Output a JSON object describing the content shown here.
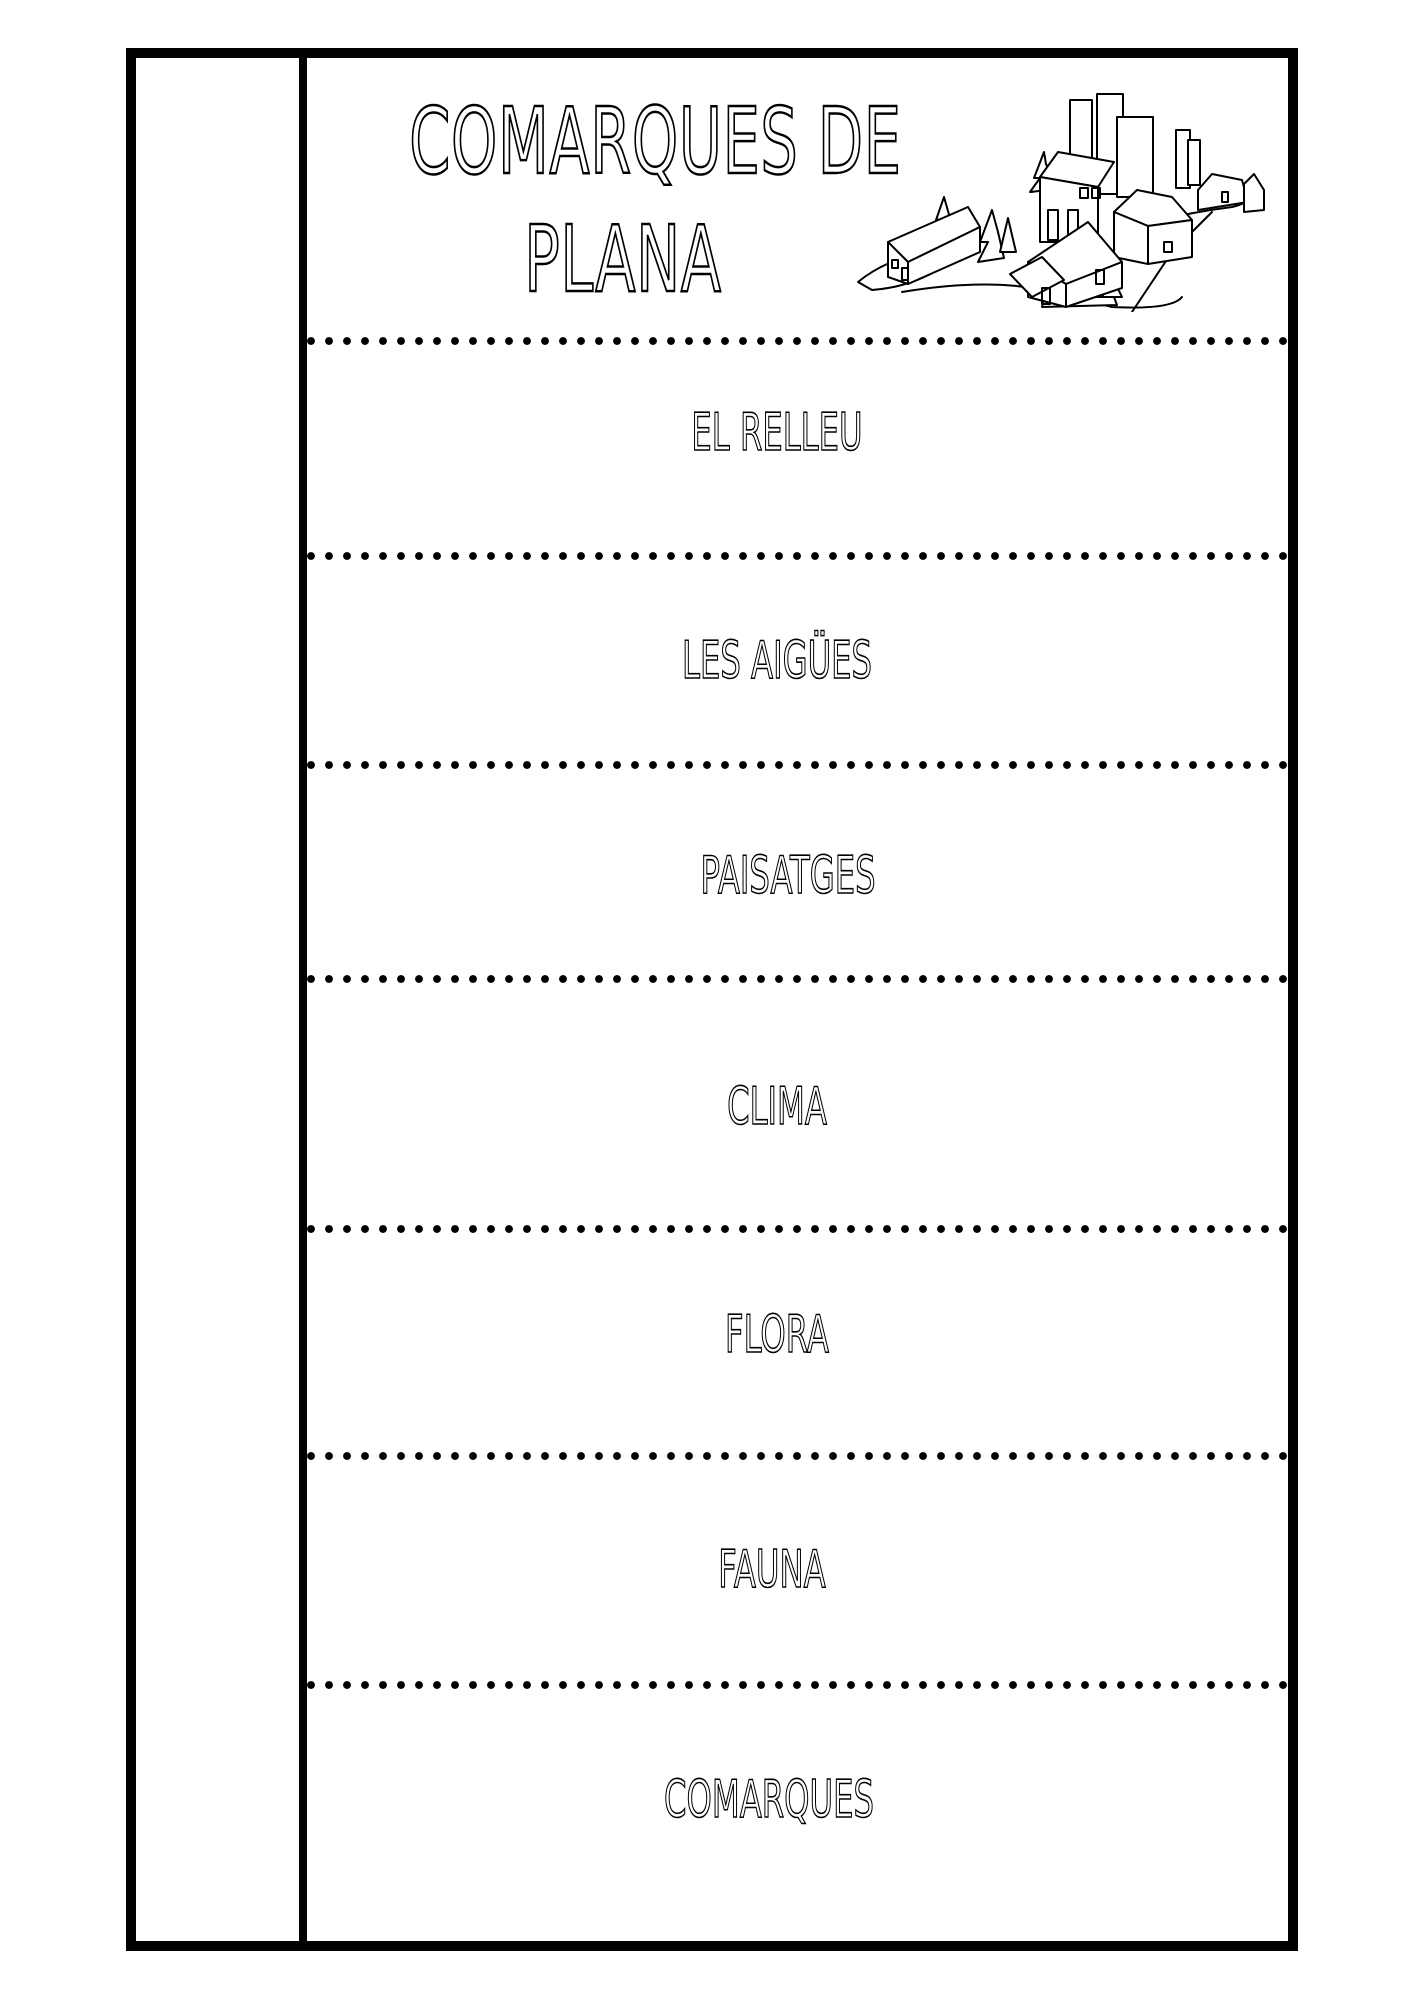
{
  "page": {
    "title_line1": "COMARQUES DE",
    "title_line2": "PLANA",
    "illustration": "town-houses-illustration"
  },
  "sections": [
    {
      "label": "EL RELLEU"
    },
    {
      "label": "LES AIGÜES"
    },
    {
      "label": "PAISATGES"
    },
    {
      "label": "CLIMA"
    },
    {
      "label": "FLORA"
    },
    {
      "label": "FAUNA"
    },
    {
      "label": "COMARQUES"
    }
  ],
  "colors": {
    "ink": "#000000",
    "paper": "#ffffff"
  }
}
